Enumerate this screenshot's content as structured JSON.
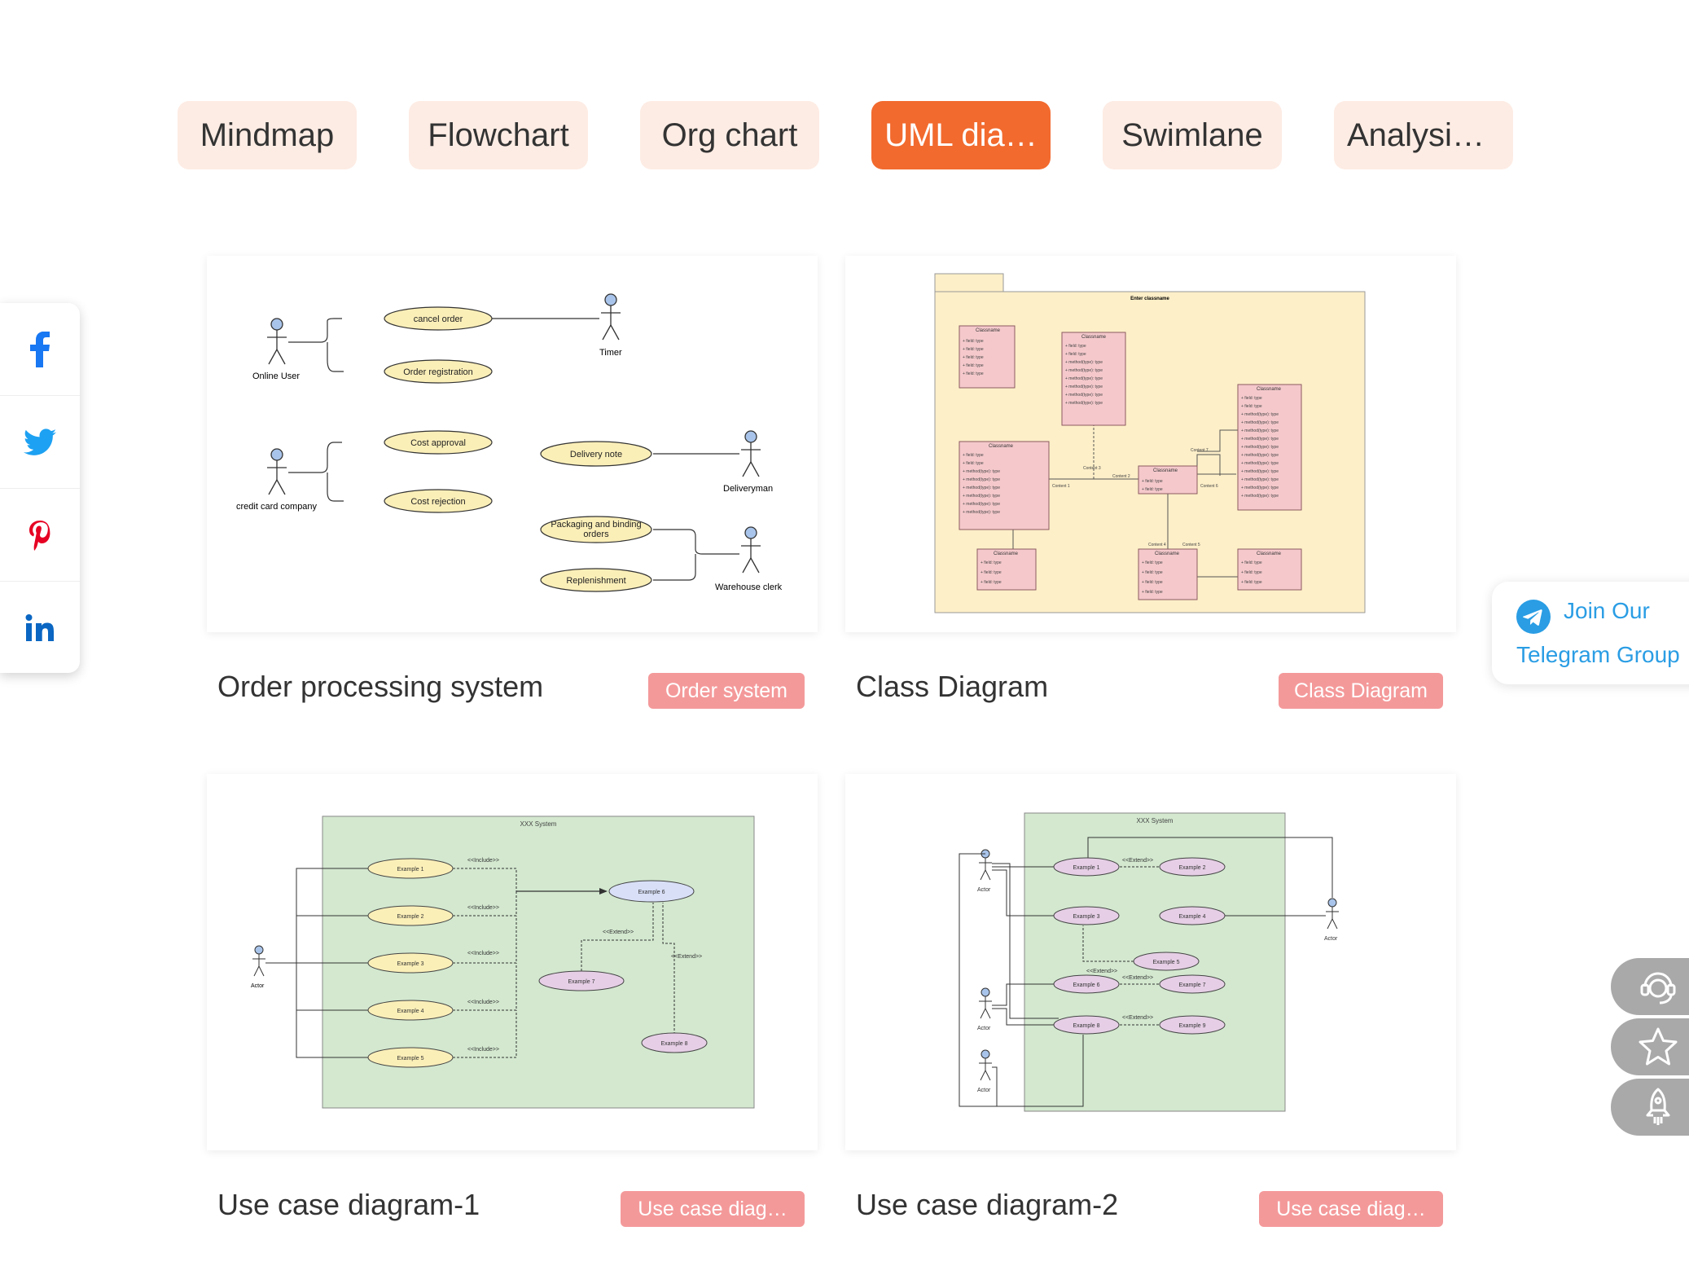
{
  "tabs": [
    {
      "label": "Mindmap",
      "active": false
    },
    {
      "label": "Flowchart",
      "active": false
    },
    {
      "label": "Org chart",
      "active": false
    },
    {
      "label": "UML dia…",
      "active": true
    },
    {
      "label": "Swimlane",
      "active": false
    },
    {
      "label": "Analysis …",
      "active": false
    }
  ],
  "social": [
    {
      "icon": "facebook-icon",
      "glyph": "f",
      "color": "#1877f2"
    },
    {
      "icon": "twitter-icon",
      "glyph": "twitter",
      "color": "#1da1f2"
    },
    {
      "icon": "pinterest-icon",
      "glyph": "P",
      "color": "#e60023"
    },
    {
      "icon": "linkedin-icon",
      "glyph": "in",
      "color": "#0a66c2"
    }
  ],
  "cards": [
    {
      "title": "Order processing system",
      "tag": "Order system",
      "diagram": {
        "use_cases": [
          "cancel order",
          "Order registration",
          "Cost approval",
          "Cost rejection",
          "Delivery note",
          "Packaging and binding",
          "orders",
          "Replenishment"
        ],
        "actors": [
          "Online User",
          "Timer",
          "credit card company",
          "Deliveryman",
          "Warehouse clerk"
        ]
      }
    },
    {
      "title": "Class Diagram",
      "tag": "Class Diagram",
      "diagram": {
        "package_title": "Enter classname",
        "class_name": "Classname",
        "field": "+ field: type",
        "method": "+ method(type): type",
        "labels": [
          "Content 1",
          "Content 2",
          "Content 3",
          "Content 4",
          "Content 5",
          "Content 6",
          "Content 7"
        ]
      }
    },
    {
      "title": "Use case diagram-1",
      "tag": "Use case diag…",
      "diagram": {
        "system": "XXX System",
        "actor": "Actor",
        "use_cases": [
          "Example 1",
          "Example 2",
          "Example 3",
          "Example 4",
          "Example 5",
          "Example 6",
          "Example 7",
          "Example 8"
        ],
        "include": "<<Include>>",
        "extend": "<<Extend>>"
      }
    },
    {
      "title": "Use case diagram-2",
      "tag": "Use case diag…",
      "diagram": {
        "system": "XXX System",
        "actor": "Actor",
        "use_cases": [
          "Example 1",
          "Example 2",
          "Example 3",
          "Example 4",
          "Example 5",
          "Example 6",
          "Example 7",
          "Example 8",
          "Example 9"
        ],
        "extend": "<<Extend>>"
      }
    }
  ],
  "telegram": {
    "line1": "Join Our",
    "line2": "Telegram Group",
    "icon": "telegram-icon",
    "color": "#2a9de4"
  },
  "float_buttons": [
    {
      "icon": "support-agent-icon"
    },
    {
      "icon": "star-icon"
    },
    {
      "icon": "rocket-icon"
    }
  ],
  "colors": {
    "accent": "#f26a2e",
    "tab_bg": "#fdece4",
    "tag_bg": "#f4999a"
  }
}
